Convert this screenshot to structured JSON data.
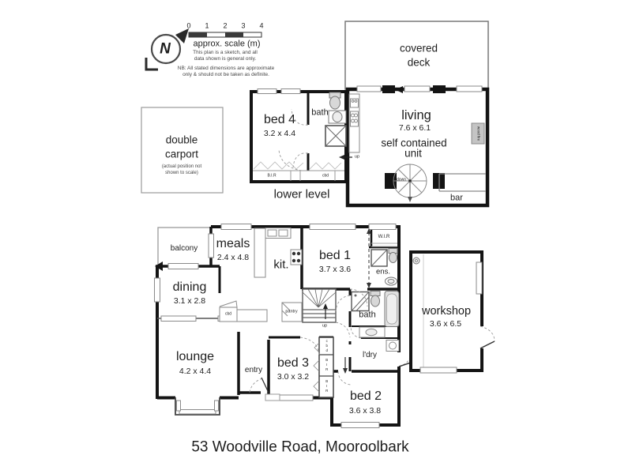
{
  "title": "53 Woodville Road, Mooroolbark",
  "legend": {
    "north_letter": "N",
    "scale_ticks": [
      "0",
      "1",
      "2",
      "3",
      "4"
    ],
    "scale_label": "approx. scale (m)",
    "disclaimer_line1": "This plan is a sketch, and all",
    "disclaimer_line2": "data shown is general only.",
    "nb_line1": "NB: All stated dimensions are approximate",
    "nb_line2": "only & should not be taken as definite.",
    "colors": {
      "wall": "#141414",
      "fixture": "#8a8a8a",
      "text": "#1e1e1e"
    }
  },
  "upper_level": {
    "deck_line1": "covered",
    "deck_line2": "deck",
    "carport_line1": "double",
    "carport_line2": "carport",
    "carport_note1": "(actual position not",
    "carport_note2": "shown to scale)",
    "bed4_name": "bed 4",
    "bed4_dims": "3.2 x 4.4",
    "bath": "bath",
    "living_name": "living",
    "living_dims": "7.6 x 6.1",
    "living_sub1": "self contained",
    "living_sub2": "unit",
    "bir": "B.I.R",
    "cbd": "cbd",
    "up": "up",
    "down": "down",
    "bar": "bar",
    "wood_fire": "wood fire",
    "level_label": "lower level"
  },
  "main_level": {
    "balcony": "balcony",
    "meals_name": "meals",
    "meals_dims": "2.4 x 4.8",
    "kitchen": "kit.",
    "bed1_name": "bed 1",
    "bed1_dims": "3.7 x 3.6",
    "wir": "W.I.R",
    "ens": "ens.",
    "bath": "bath",
    "dining_name": "dining",
    "dining_dims": "3.1 x 2.8",
    "pantry": "pantry",
    "cbd_bench": "cbd",
    "up": "up",
    "lounge_name": "lounge",
    "lounge_dims": "4.2 x 4.4",
    "entry": "entry",
    "bed3_name": "bed 3",
    "bed3_dims": "3.0 x 3.2",
    "closet_cbd": "cbd",
    "closet_bir1": "BIR",
    "closet_bir2": "BIR",
    "ldry": "l'dry",
    "bed2_name": "bed 2",
    "bed2_dims": "3.6 x 3.8",
    "workshop_name": "workshop",
    "workshop_dims": "3.6 x 6.5"
  }
}
